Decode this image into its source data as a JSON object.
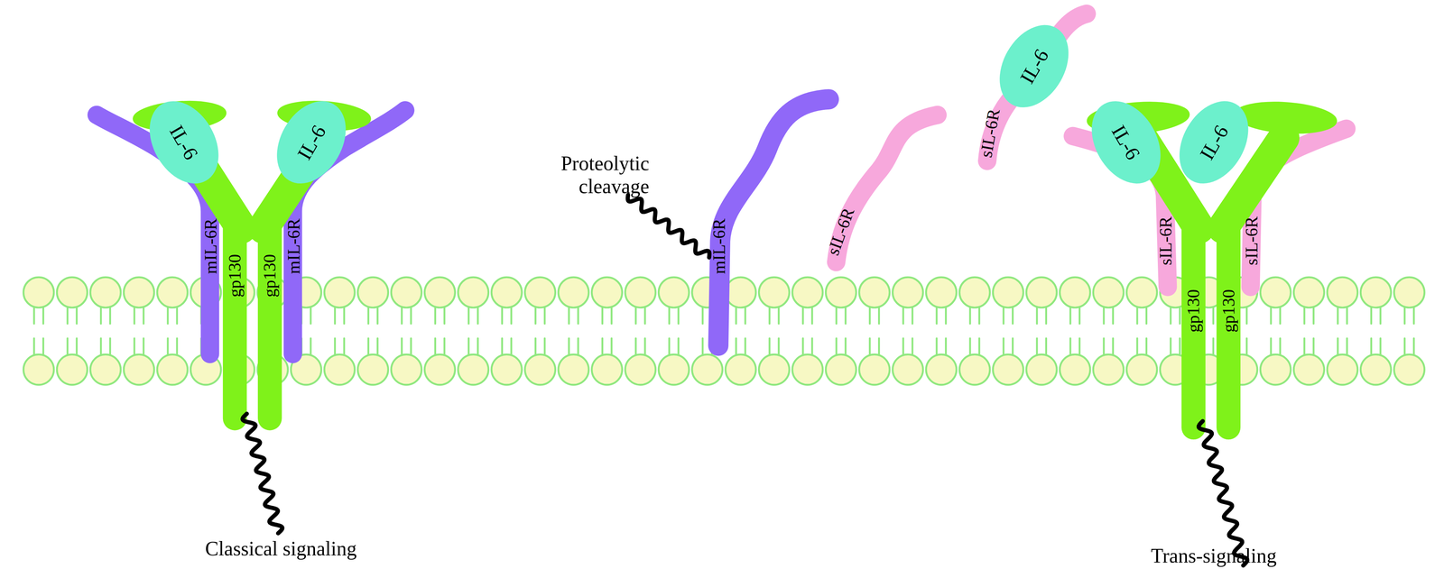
{
  "diagram": {
    "nodes": [
      {
        "text": [
          "IL-6"
        ]
      },
      {
        "text": [
          "IL-6"
        ]
      },
      {
        "text": [
          "mIL-6R"
        ]
      },
      {
        "text": [
          "gp130"
        ]
      },
      {
        "text": [
          "gp130"
        ]
      },
      {
        "text": [
          "mIL-6R"
        ]
      },
      {
        "text": [
          "mIL-6R"
        ]
      },
      {
        "text": [
          "sIL-6R"
        ]
      },
      {
        "text": [
          "sIL-6R"
        ]
      },
      {
        "text": [
          "IL-6"
        ]
      },
      {
        "text": [
          "IL-6"
        ]
      },
      {
        "text": [
          "IL-6"
        ]
      },
      {
        "text": [
          "sIL-6R"
        ]
      },
      {
        "text": [
          "gp130"
        ]
      },
      {
        "text": [
          "gp130"
        ]
      },
      {
        "text": [
          "sIL-6R"
        ]
      }
    ],
    "labels": [
      "Proteolytic cleavage",
      "Classical signaling",
      "Trans-signaling"
    ]
  }
}
